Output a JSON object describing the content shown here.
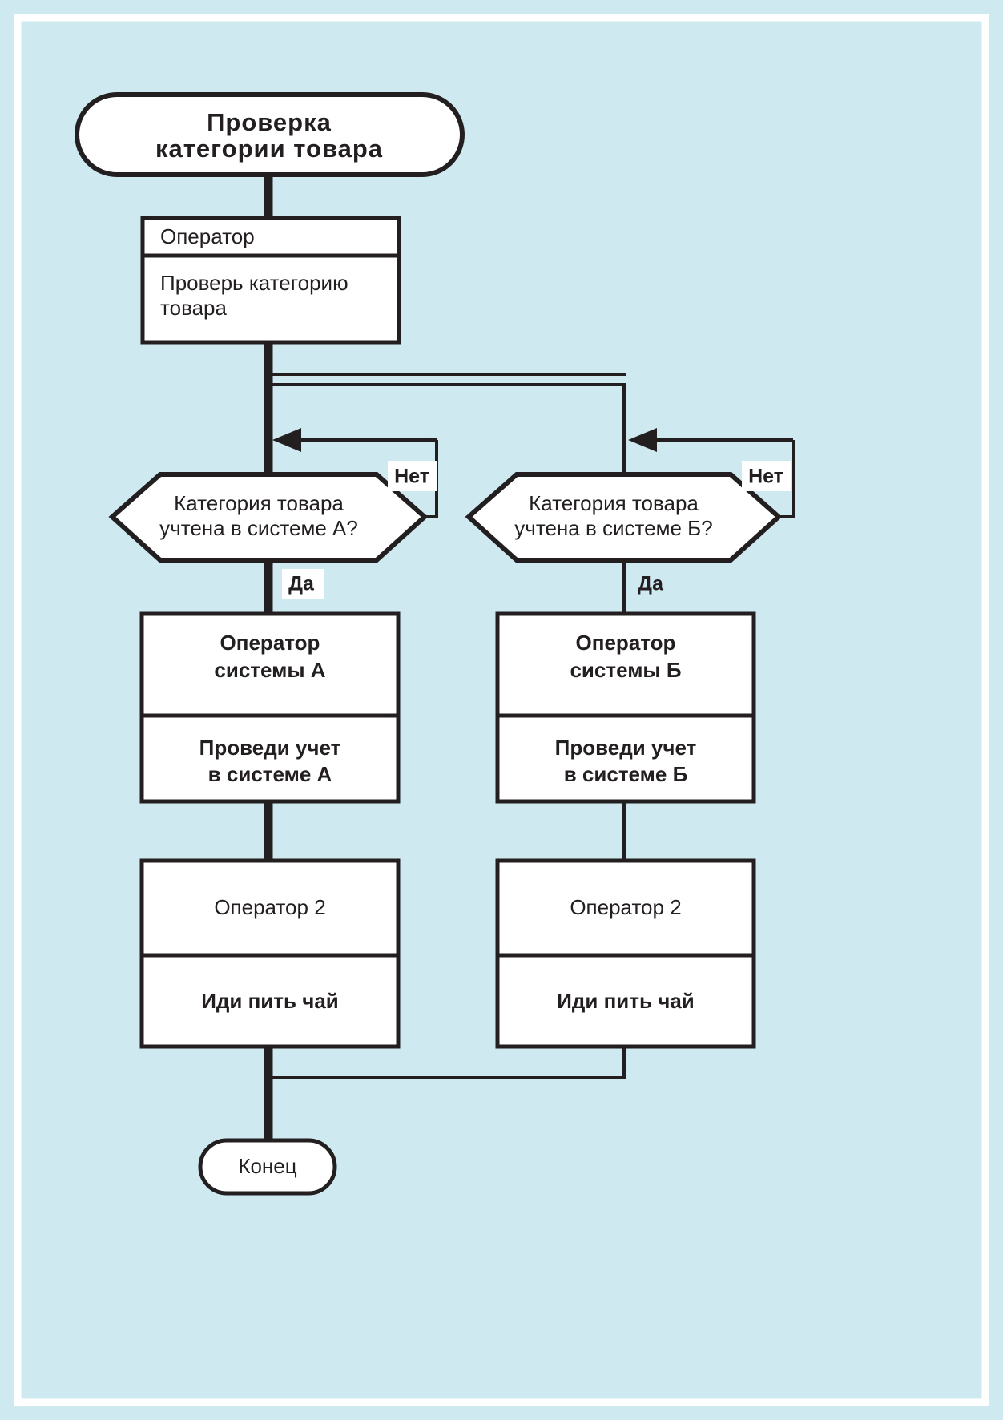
{
  "diagram": {
    "type": "flowchart",
    "title": "Проверка категории товара",
    "background_color": "#cfe9f1",
    "node_fill": "#ffffff",
    "stroke_color": "#231f20",
    "nodes": {
      "start": {
        "shape": "stadium",
        "line1": "Проверка",
        "line2": "категории товара"
      },
      "op_check": {
        "shape": "lane-box",
        "header": "Оператор",
        "body_line1": "Проверь категорию",
        "body_line2": "товара"
      },
      "decision_a": {
        "shape": "hexagon",
        "line1": "Категория товара",
        "line2": "учтена в системе А?",
        "yes_label": "Да",
        "no_label": "Нет"
      },
      "decision_b": {
        "shape": "hexagon",
        "line1": "Категория товара",
        "line2": "учтена в системе Б?",
        "yes_label": "Да",
        "no_label": "Нет"
      },
      "op_sys_a": {
        "shape": "lane-box",
        "header_line1": "Оператор",
        "header_line2": "системы А",
        "body_line1": "Проведи учет",
        "body_line2": "в системе А"
      },
      "op_sys_b": {
        "shape": "lane-box",
        "header_line1": "Оператор",
        "header_line2": "системы Б",
        "body_line1": "Проведи учет",
        "body_line2": "в системе Б"
      },
      "op2_left": {
        "shape": "lane-box",
        "header": "Оператор 2",
        "body": "Иди пить чай"
      },
      "op2_right": {
        "shape": "lane-box",
        "header": "Оператор 2",
        "body": "Иди пить чай"
      },
      "end": {
        "shape": "stadium",
        "label": "Конец"
      }
    }
  }
}
